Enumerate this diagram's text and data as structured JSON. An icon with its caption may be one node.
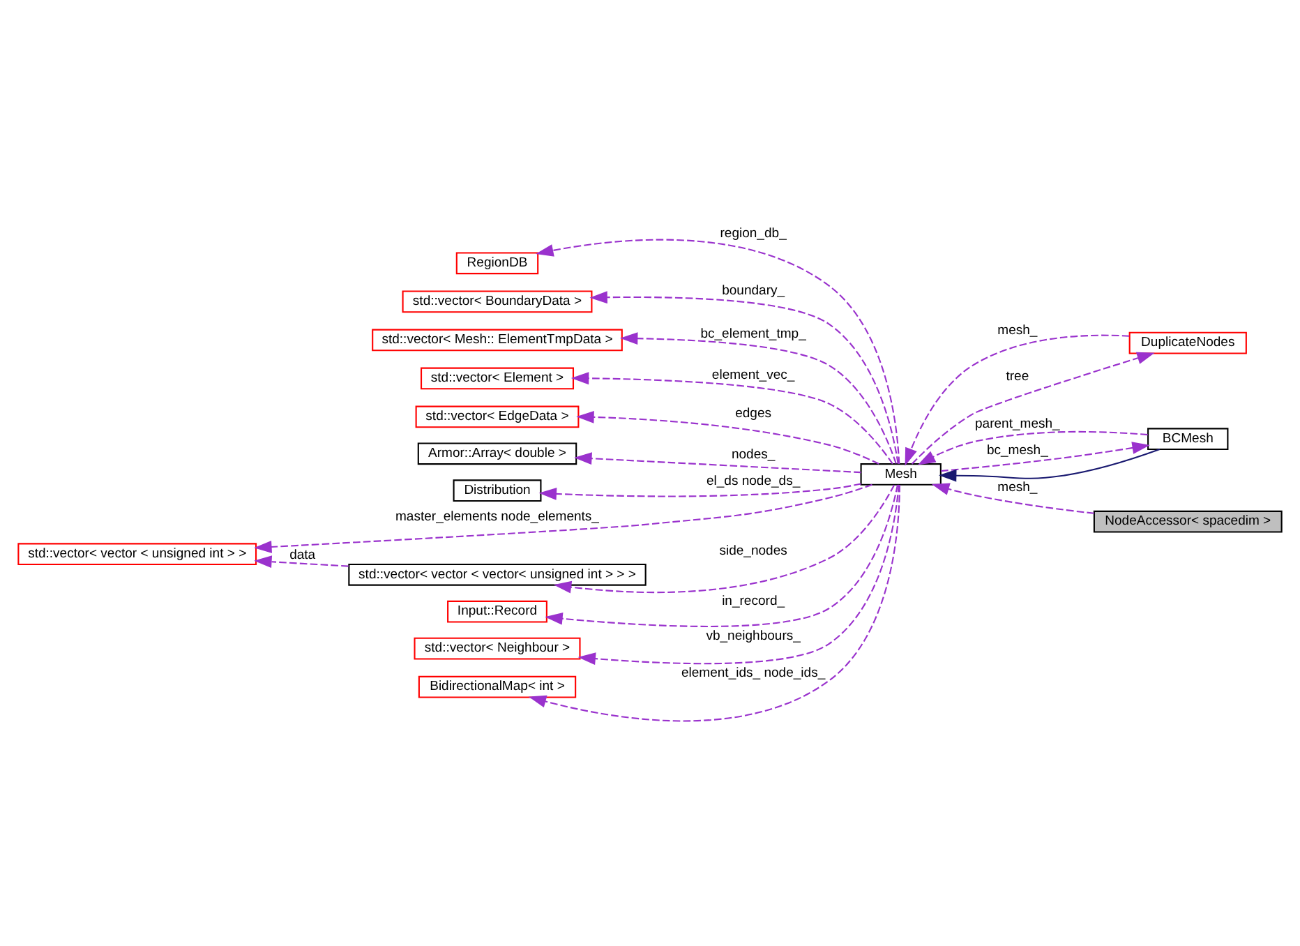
{
  "diagram": {
    "nodes": [
      {
        "text": [
          "RegionDB"
        ]
      },
      {
        "text": [
          "std::vector< BoundaryData >"
        ]
      },
      {
        "text": [
          "std::vector< Mesh:: ElementTmpData >"
        ]
      },
      {
        "text": [
          "std::vector< Element >"
        ]
      },
      {
        "text": [
          "std::vector< EdgeData >"
        ]
      },
      {
        "text": [
          "Armor::Array< double >"
        ]
      },
      {
        "text": [
          "Distribution"
        ]
      },
      {
        "text": [
          "std::vector< vector < unsigned int > >"
        ]
      },
      {
        "text": [
          "std::vector< vector < vector< unsigned int > > >"
        ]
      },
      {
        "text": [
          "Input::Record"
        ]
      },
      {
        "text": [
          "std::vector< Neighbour >"
        ]
      },
      {
        "text": [
          "BidirectionalMap< int >"
        ]
      },
      {
        "text": [
          "Mesh"
        ]
      },
      {
        "text": [
          "NodeAccessor< spacedim >"
        ]
      },
      {
        "text": [
          "DuplicateNodes"
        ]
      },
      {
        "text": [
          "BCMesh"
        ]
      }
    ],
    "edges": [
      {
        "from": 12,
        "to": 0,
        "arrow": "to",
        "label": "region_db_",
        "style": "dashed"
      },
      {
        "from": 12,
        "to": 1,
        "arrow": "to",
        "label": "boundary_",
        "style": "dashed"
      },
      {
        "from": 12,
        "to": 2,
        "arrow": "to",
        "label": "bc_element_tmp_",
        "style": "dashed"
      },
      {
        "from": 12,
        "to": 3,
        "arrow": "to",
        "label": "element_vec_",
        "style": "dashed"
      },
      {
        "from": 12,
        "to": 4,
        "arrow": "to",
        "label": "edges",
        "style": "dashed"
      },
      {
        "from": 12,
        "to": 5,
        "arrow": "to",
        "label": "nodes_",
        "style": "dashed"
      },
      {
        "from": 12,
        "to": 6,
        "arrow": "to",
        "label": "el_ds node_ds_",
        "style": "dashed"
      },
      {
        "from": 12,
        "to": 7,
        "arrow": "to",
        "label": "master_elements node_elements_",
        "style": "dashed"
      },
      {
        "from": 12,
        "to": 8,
        "arrow": "to",
        "label": "side_nodes",
        "style": "dashed"
      },
      {
        "from": 8,
        "to": 7,
        "arrow": "to",
        "label": "data",
        "style": "dashed"
      },
      {
        "from": 12,
        "to": 9,
        "arrow": "to",
        "label": "in_record_",
        "style": "dashed"
      },
      {
        "from": 12,
        "to": 10,
        "arrow": "to",
        "label": "vb_neighbours_",
        "style": "dashed"
      },
      {
        "from": 12,
        "to": 11,
        "arrow": "to",
        "label": "element_ids_ node_ids_",
        "style": "dashed"
      },
      {
        "from": 13,
        "to": 12,
        "arrow": "to",
        "label": "mesh_",
        "style": "dashed"
      },
      {
        "from": 14,
        "to": 12,
        "arrow": "to",
        "label": "mesh_",
        "style": "dashed"
      },
      {
        "from": 12,
        "to": 14,
        "arrow": "to",
        "label": "tree",
        "style": "dashed"
      },
      {
        "from": 15,
        "to": 12,
        "arrow": "to",
        "color": "#191970"
      },
      {
        "from": 15,
        "to": 12,
        "arrow": "to",
        "label": "parent_mesh_",
        "style": "dashed"
      },
      {
        "from": 12,
        "to": 15,
        "arrow": "to",
        "label": "bc_mesh_",
        "style": "dashed"
      }
    ]
  }
}
